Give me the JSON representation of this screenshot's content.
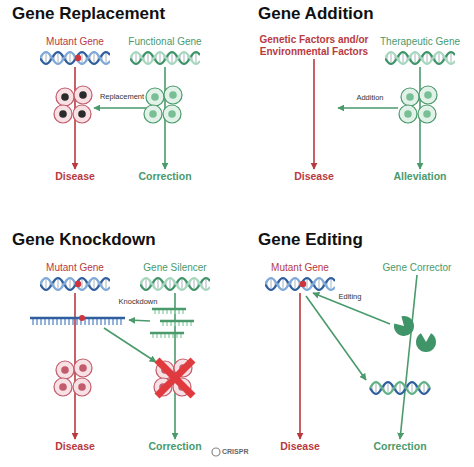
{
  "diagram": {
    "nodes": [
      {
        "text": [
          "Mutant Gene"
        ]
      },
      {
        "text": [
          "Functional Gene"
        ]
      },
      {
        "text": [
          "Disease"
        ]
      },
      {
        "text": [
          "Correction"
        ]
      },
      {
        "text": [
          "Genetic Factors and/or Environmental Factors"
        ]
      },
      {
        "text": [
          "Therapeutic Gene"
        ]
      },
      {
        "text": [
          "Disease"
        ]
      },
      {
        "text": [
          "Alleviation"
        ]
      },
      {
        "text": [
          "Mutant Gene"
        ]
      },
      {
        "text": [
          "Gene Silencer"
        ]
      },
      {
        "text": [
          "Disease"
        ]
      },
      {
        "text": [
          "Correction"
        ]
      },
      {
        "text": [
          "Mutant Gene"
        ]
      },
      {
        "text": [
          "Gene Corrector"
        ]
      },
      {
        "text": [
          "Disease"
        ]
      },
      {
        "text": [
          "Correction"
        ]
      }
    ],
    "edges": [
      {
        "from": 0,
        "to": 2,
        "arrow": "to"
      },
      {
        "from": 1,
        "to": 3,
        "arrow": "to"
      },
      {
        "from": 4,
        "to": 6,
        "arrow": "to"
      },
      {
        "from": 5,
        "to": 7,
        "arrow": "to"
      },
      {
        "from": 8,
        "to": 10,
        "arrow": "to"
      },
      {
        "from": 9,
        "to": 11,
        "arrow": "to"
      },
      {
        "from": 12,
        "to": 14,
        "arrow": "to"
      },
      {
        "from": 13,
        "to": 15,
        "arrow": "to"
      }
    ],
    "labels": [
      "Gene Replacement",
      "Replacement",
      "Gene Addition",
      "Addition",
      "Gene Knockdown",
      "Knockdown",
      "Gene Editing",
      "Editing",
      "CRISPR"
    ]
  }
}
